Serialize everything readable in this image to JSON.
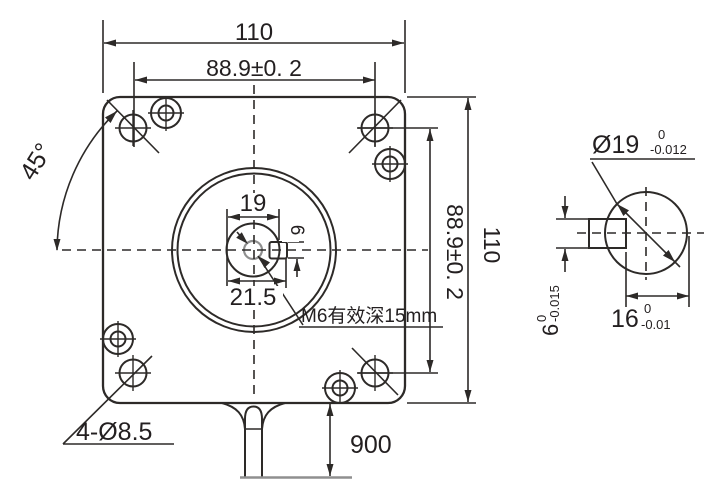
{
  "drawing": {
    "type": "engineering-dimension-drawing",
    "subject": "motor front flange and shaft cross-section",
    "colors": {
      "line": "#2d2a28",
      "text": "#231f20",
      "gray": "#8f8f8f",
      "background": "#ffffff"
    }
  },
  "front_view": {
    "dim_overall_width": "110",
    "dim_hole_spacing_h": "88.9±0. 2",
    "angle_label": "45°",
    "dim_pilot": "19",
    "dim_keyway_span": "21.5",
    "dim_keyway_width": "6",
    "thread_note": "M6有效深15mm",
    "dim_hole_spacing_v": "88.9±0. 2",
    "dim_overall_height": "110",
    "mount_holes_note": "4-Ø8.5",
    "cable_length": "900"
  },
  "shaft_section": {
    "diameter": "Ø19",
    "diameter_tol_upper": "0",
    "diameter_tol_lower": "-0.012",
    "key_width": "6",
    "key_width_tol_upper": "0",
    "key_width_tol_lower": "-0.015",
    "flat_width": "16",
    "flat_width_tol_upper": "0",
    "flat_width_tol_lower": "-0.01"
  }
}
